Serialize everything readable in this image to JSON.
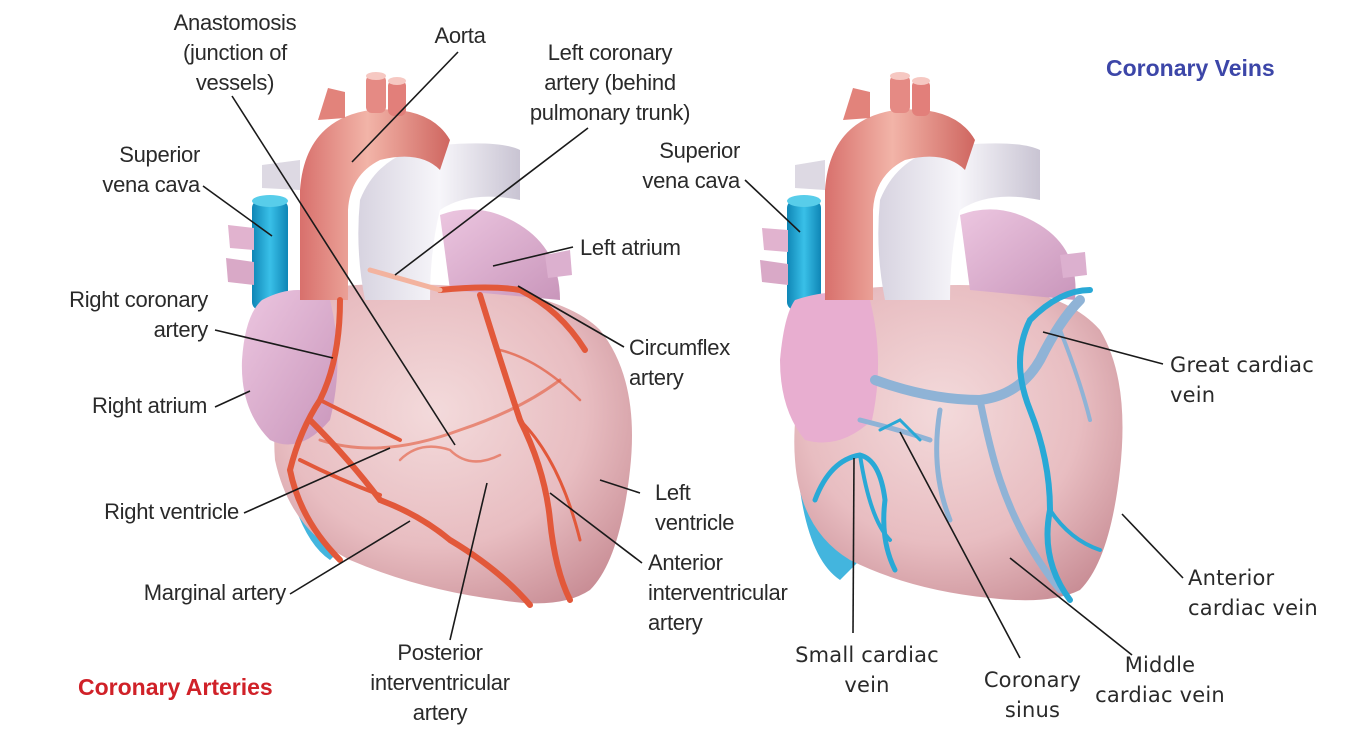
{
  "diagram": {
    "left_panel": {
      "title": "Coronary Arteries",
      "title_color": "#d02128",
      "labels": {
        "anastomosis": "Anastomosis\n(junction of\nvessels)",
        "aorta": "Aorta",
        "left_coronary_artery": "Left coronary\nartery (behind\npulmonary trunk)",
        "superior_vena_cava": "Superior\nvena cava",
        "left_atrium": "Left atrium",
        "right_coronary_artery": "Right coronary\nartery",
        "circumflex_artery": "Circumflex\nartery",
        "right_atrium": "Right atrium",
        "right_ventricle": "Right ventricle",
        "left_ventricle": "Left\nventricle",
        "marginal_artery": "Marginal artery",
        "anterior_interventricular_artery": "Anterior\ninterventricular\nartery",
        "posterior_interventricular_artery": "Posterior\ninterventricular\nartery"
      }
    },
    "right_panel": {
      "title": "Coronary Veins",
      "title_color": "#3c46a8",
      "labels": {
        "superior_vena_cava": "Superior\nvena cava",
        "great_cardiac_vein": "Great cardiac\nvein",
        "anterior_cardiac_vein": "Anterior\ncardiac vein",
        "small_cardiac_vein": "Small cardiac\nvein",
        "coronary_sinus": "Coronary\nsinus",
        "middle_cardiac_vein": "Middle\ncardiac vein"
      }
    },
    "colors": {
      "artery": "#e2583a",
      "vein": "#29a9d6",
      "vein_posterior": "#8fb3d6",
      "heart_muscle": "#e9bcc0",
      "atrium": "#e6b5d4",
      "aorta": "#e58a82",
      "pulmonary_trunk": "#e9e6ef",
      "vena_cava": "#1ea3d0",
      "leader_line": "#1a1a1a"
    }
  }
}
